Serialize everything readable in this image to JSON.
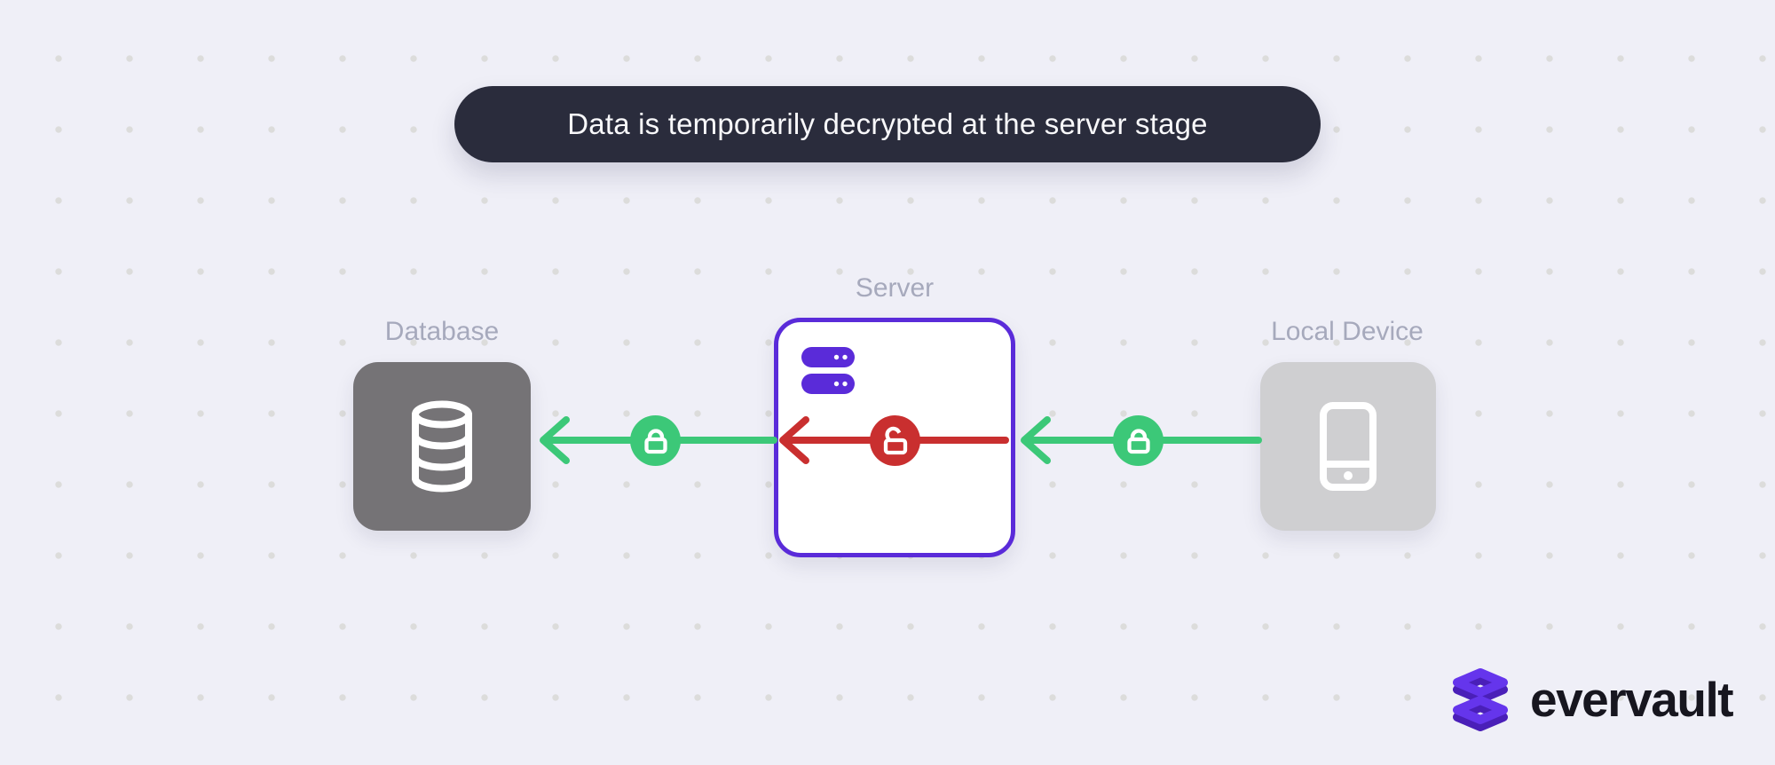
{
  "banner": {
    "text": "Data is temporarily decrypted at the server stage"
  },
  "nodes": {
    "database": {
      "label": "Database",
      "icon": "database-icon",
      "box_color": "#757376"
    },
    "server": {
      "label": "Server",
      "icon": "server-rack-icon",
      "box_color": "#FFFFFF",
      "border_color": "#5A2BD9"
    },
    "local_device": {
      "label": "Local Device",
      "icon": "smartphone-icon",
      "box_color": "#CFCFD1"
    }
  },
  "arrows": [
    {
      "from": "server",
      "to": "database",
      "direction": "left",
      "lock": "closed-lock-icon",
      "state": "encrypted",
      "color": "#3CC878"
    },
    {
      "from": "server-inside",
      "to": "server-inside",
      "direction": "left",
      "lock": "open-lock-icon",
      "state": "decrypted",
      "color": "#C92F2F"
    },
    {
      "from": "local_device",
      "to": "server",
      "direction": "left",
      "lock": "closed-lock-icon",
      "state": "encrypted",
      "color": "#3CC878"
    }
  ],
  "logo": {
    "wordmark": "evervault",
    "mark": "evervault-stack-icon"
  },
  "colors": {
    "bg": "#EFEFF7",
    "dot": "#DCDCDB",
    "pill": "#2A2C3C",
    "pill-text": "#F8F8FA",
    "label": "#A6A9BC",
    "purple": "#5A2BD9",
    "green": "#3CC878",
    "red": "#C92F2F",
    "db-gray": "#757376",
    "device-gray": "#CFCFD1",
    "ink": "#17161F",
    "logo-purple": "#6535EC",
    "logo-purple-dark": "#4A1FB8"
  }
}
